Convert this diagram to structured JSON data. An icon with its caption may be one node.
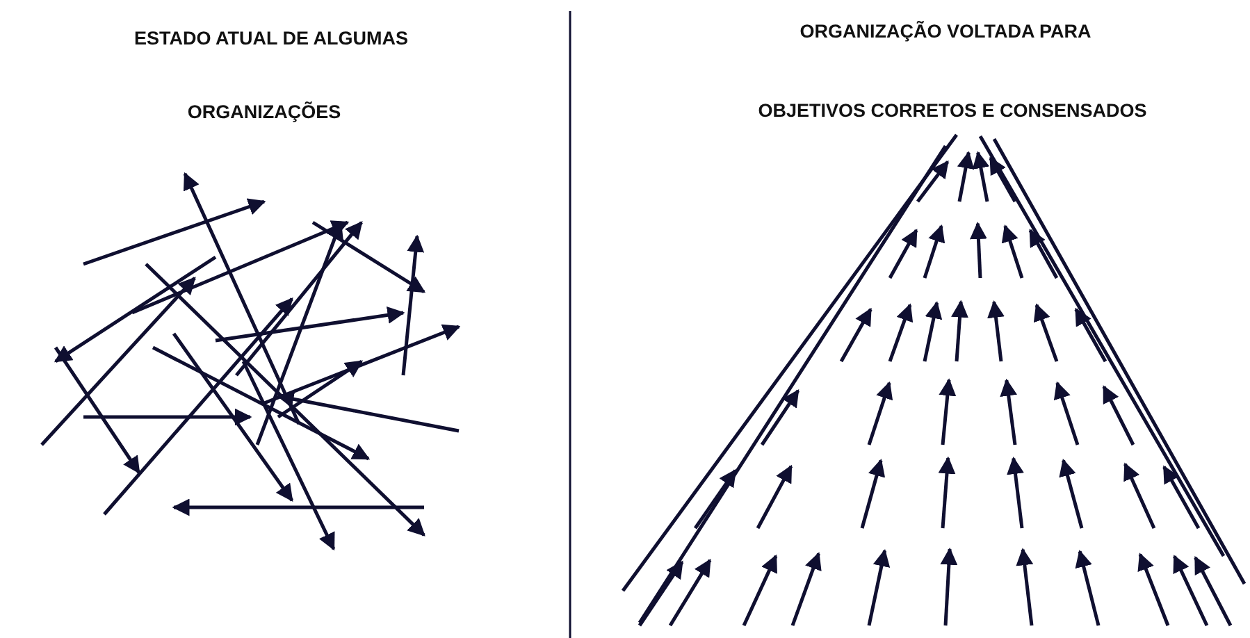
{
  "diagram": {
    "labels": [
      "ESTADO ATUAL DE ALGUMAS",
      "ORGANIZAÇÕES",
      "ORGANIZAÇÃO VOLTADA PARA",
      "OBJETIVOS CORRETOS E CONSENSADOS"
    ]
  }
}
